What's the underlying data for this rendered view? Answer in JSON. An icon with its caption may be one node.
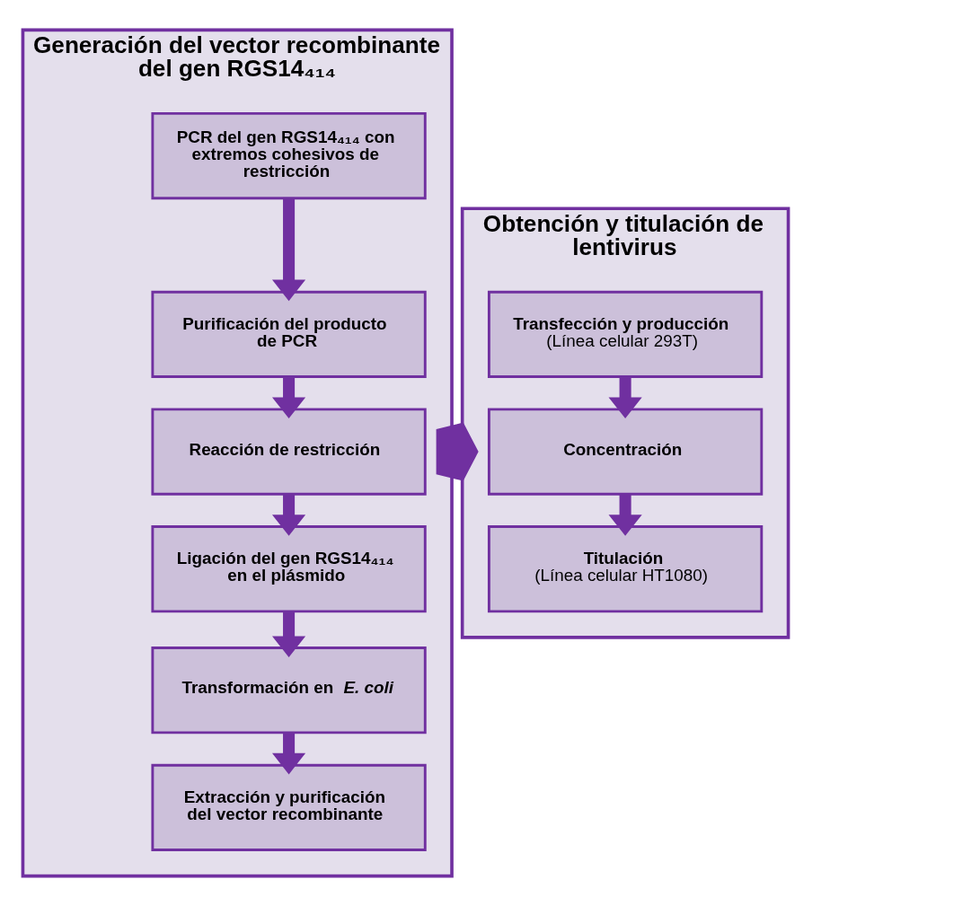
{
  "diagram": {
    "nodes": [
      {
        "text": [
          "Generación del vector recombinante del gen RGS14₄₁₄"
        ]
      },
      {
        "text": [
          "PCR del gen RGS14₄₁₄ con extremos cohesivos de restricción"
        ],
        "in": 0
      },
      {
        "text": [
          "Purificación del producto de PCR"
        ],
        "in": 0
      },
      {
        "text": [
          "Reacción de restricción"
        ],
        "in": 0
      },
      {
        "text": [
          "Ligación del gen RGS14₄₁₄ en el plásmido"
        ],
        "in": 0
      },
      {
        "text": [
          "Transformación en *E. coli*"
        ],
        "in": 0
      },
      {
        "text": [
          "Extracción y purificación del vector recombinante"
        ],
        "in": 0
      },
      {
        "text": [
          "Obtención y titulación de lentivirus"
        ]
      },
      {
        "text": [
          "Transfección y producción",
          "(Línea celular 293T)"
        ],
        "in": 7
      },
      {
        "text": [
          "Concentración"
        ],
        "in": 7
      },
      {
        "text": [
          "Titulación",
          "(Línea celular HT1080)"
        ],
        "in": 7
      }
    ],
    "edges": [
      {
        "from": 1,
        "to": 2,
        "arrow": "to"
      },
      {
        "from": 2,
        "to": 3,
        "arrow": "to"
      },
      {
        "from": 3,
        "to": 4,
        "arrow": "to"
      },
      {
        "from": 4,
        "to": 5,
        "arrow": "to"
      },
      {
        "from": 5,
        "to": 6,
        "arrow": "to"
      },
      {
        "from": 0,
        "to": 7,
        "arrow": "to",
        "style": "thick"
      },
      {
        "from": 8,
        "to": 9,
        "arrow": "to"
      },
      {
        "from": 9,
        "to": 10,
        "arrow": "to"
      }
    ]
  }
}
